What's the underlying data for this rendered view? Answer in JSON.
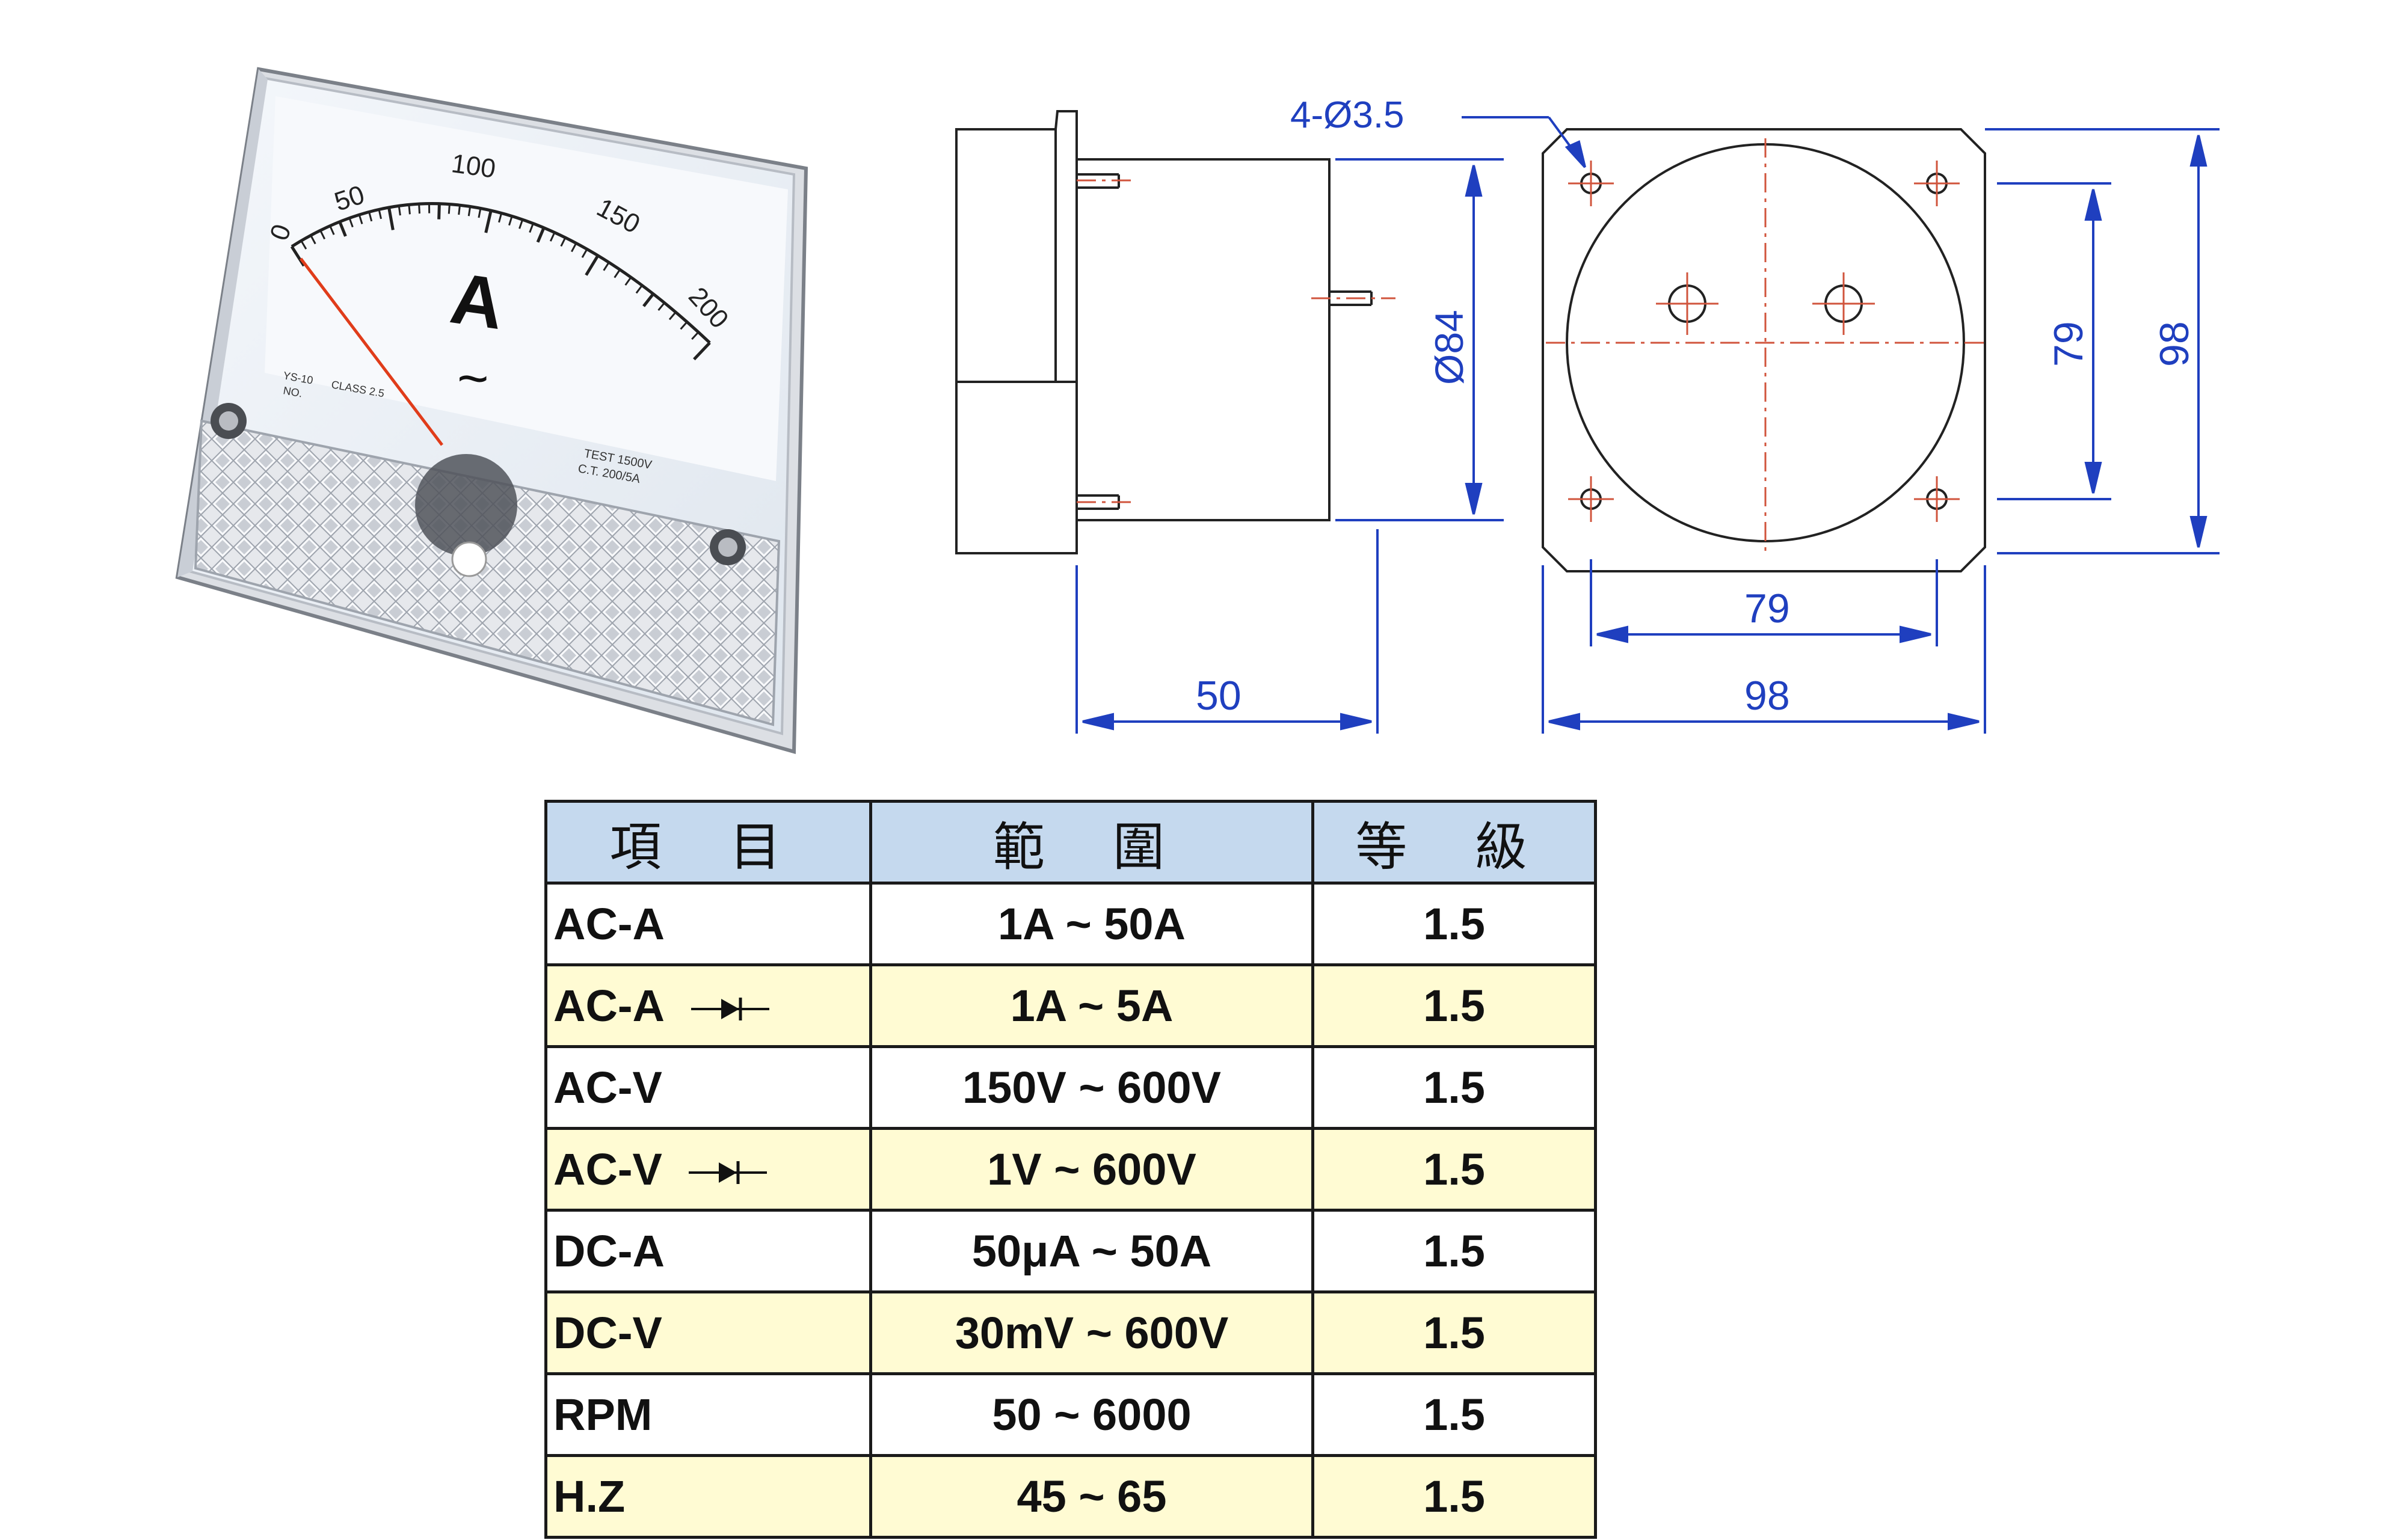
{
  "meter": {
    "scale_labels": [
      "0",
      "50",
      "100",
      "150",
      "200"
    ],
    "unit_symbol": "A",
    "ac_symbol": "~",
    "model": "YS-10",
    "no_label": "NO.",
    "class_label": "CLASS 2.5",
    "test_label": "TEST 1500V",
    "ct_label": "C.T. 200/5A",
    "needle_value": 0
  },
  "drawing": {
    "hole_callout": "4-Ø3.5",
    "diameter_label": "Ø84",
    "depth": "50",
    "width_inner": "79",
    "width_outer": "98",
    "height_inner": "79",
    "height_outer": "98"
  },
  "table": {
    "headers": [
      "項 目",
      "範 圍",
      "等 級"
    ],
    "rows": [
      {
        "item": "AC-A",
        "rectifier": false,
        "range": "1A ~ 50A",
        "grade": "1.5"
      },
      {
        "item": "AC-A",
        "rectifier": true,
        "range": "1A ~ 5A",
        "grade": "1.5"
      },
      {
        "item": "AC-V",
        "rectifier": false,
        "range": "150V ~ 600V",
        "grade": "1.5"
      },
      {
        "item": "AC-V",
        "rectifier": true,
        "range": "1V ~ 600V",
        "grade": "1.5"
      },
      {
        "item": "DC-A",
        "rectifier": false,
        "range": "50μA ~ 50A",
        "grade": "1.5"
      },
      {
        "item": "DC-V",
        "rectifier": false,
        "range": "30mV ~ 600V",
        "grade": "1.5"
      },
      {
        "item": "RPM",
        "rectifier": false,
        "range": "50 ~ 6000",
        "grade": "1.5"
      },
      {
        "item": "H.Z",
        "rectifier": false,
        "range": "45 ~ 65",
        "grade": "1.5"
      }
    ]
  },
  "colors": {
    "dimension": "#1f3fbf",
    "header_bg": "#c5d9ee",
    "alt_row_bg": "#fffbd3",
    "needle": "#e03c1a"
  }
}
